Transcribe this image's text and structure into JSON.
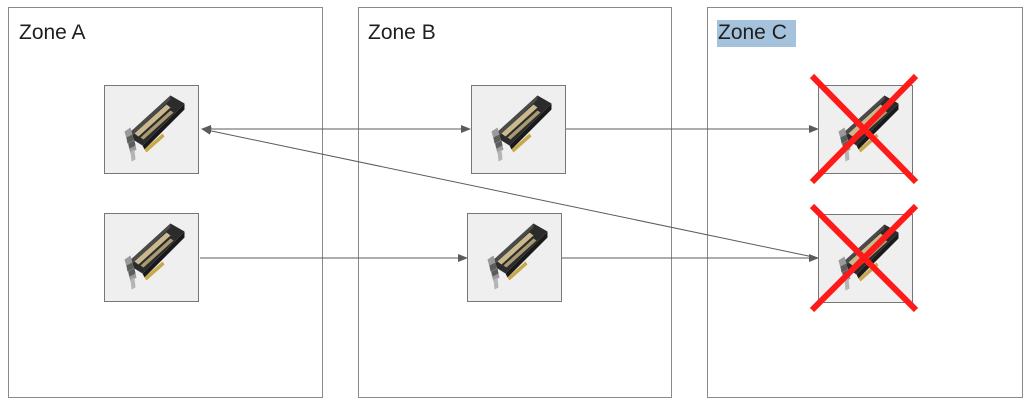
{
  "zones": [
    {
      "id": "a",
      "label": "Zone A",
      "highlighted": false
    },
    {
      "id": "b",
      "label": "Zone B",
      "highlighted": false
    },
    {
      "id": "c",
      "label": "Zone C",
      "highlighted": true
    }
  ],
  "nodes": [
    {
      "id": "a1",
      "zone": "a",
      "icon": "gpu-card-icon",
      "failed": false
    },
    {
      "id": "a2",
      "zone": "a",
      "icon": "gpu-card-icon",
      "failed": false
    },
    {
      "id": "b1",
      "zone": "b",
      "icon": "gpu-card-icon",
      "failed": false
    },
    {
      "id": "b2",
      "zone": "b",
      "icon": "gpu-card-icon",
      "failed": false
    },
    {
      "id": "c1",
      "zone": "c",
      "icon": "gpu-card-icon",
      "failed": true
    },
    {
      "id": "c2",
      "zone": "c",
      "icon": "gpu-card-icon",
      "failed": true
    }
  ],
  "links": [
    {
      "from": "a1",
      "to": "b1",
      "bidirectional": true
    },
    {
      "from": "b1",
      "to": "c1",
      "bidirectional": false
    },
    {
      "from": "a2",
      "to": "b2",
      "bidirectional": false
    },
    {
      "from": "b2",
      "to": "c2",
      "bidirectional": false
    },
    {
      "from": "c2",
      "to": "a1",
      "bidirectional": false
    }
  ],
  "colors": {
    "zone_border": "#8a8a8a",
    "node_fill": "#efefef",
    "node_border": "#777777",
    "link": "#5b5b5b",
    "failure_mark": "#ff1a1a",
    "label_highlight": "#a4c2dc"
  }
}
